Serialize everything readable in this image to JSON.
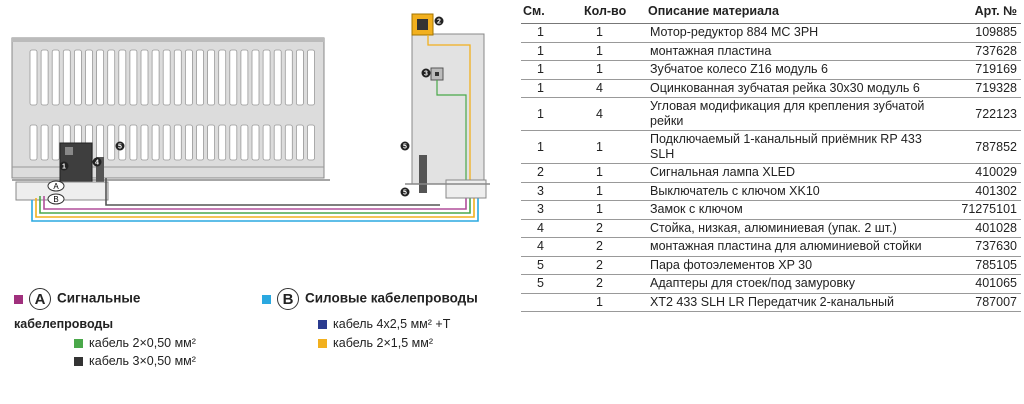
{
  "diagram": {
    "markers": [
      "1",
      "2",
      "3",
      "4",
      "5",
      "5",
      "5"
    ],
    "cable_labels": [
      "A",
      "B"
    ]
  },
  "legend": {
    "signal": {
      "badge": "A",
      "title_line1": "Сигнальные",
      "title_line2": "кабелепроводы",
      "color": "#a0307d",
      "items": [
        {
          "color": "#4aa84a",
          "label": "кабель 2×0,50 мм²"
        },
        {
          "color": "#333333",
          "label": "кабель 3×0,50 мм²"
        }
      ]
    },
    "power": {
      "badge": "B",
      "title": "Силовые кабелепроводы",
      "color": "#2aa8e0",
      "items": [
        {
          "color": "#2a3b8f",
          "label": "кабель 4x2,5 мм² +T"
        },
        {
          "color": "#f2b01e",
          "label": "кабель 2×1,5 мм²"
        }
      ]
    }
  },
  "table": {
    "headers": {
      "pos": "См.",
      "qty": "Кол-во",
      "desc": "Описание материала",
      "art": "Арт. №"
    },
    "rows": [
      {
        "pos": "1",
        "qty": "1",
        "desc": "Мотор-редуктор 884 MC 3PH",
        "art": "109885"
      },
      {
        "pos": "1",
        "qty": "1",
        "desc": "монтажная пластина",
        "art": "737628"
      },
      {
        "pos": "1",
        "qty": "1",
        "desc": "Зубчатое колесо Z16 модуль 6",
        "art": "719169"
      },
      {
        "pos": "1",
        "qty": "4",
        "desc": "Оцинкованная зубчатая рейка 30x30 модуль 6",
        "art": "719328"
      },
      {
        "pos": "1",
        "qty": "4",
        "desc": "Угловая модификация для крепления зубчатой рейки",
        "art": "722123"
      },
      {
        "pos": "1",
        "qty": "1",
        "desc": "Подключаемый 1-канальный приёмник RP 433 SLH",
        "art": "787852"
      },
      {
        "pos": "2",
        "qty": "1",
        "desc": "Сигнальная лампа XLED",
        "art": "410029"
      },
      {
        "pos": "3",
        "qty": "1",
        "desc": "Выключатель с ключом XK10",
        "art": "401302"
      },
      {
        "pos": "3",
        "qty": "1",
        "desc": "Замок с ключом",
        "art": "71275101"
      },
      {
        "pos": "4",
        "qty": "2",
        "desc": "Стойка, низкая, алюминиевая (упак. 2 шт.)",
        "art": "401028"
      },
      {
        "pos": "4",
        "qty": "2",
        "desc": "монтажная пластина для алюминиевой стойки",
        "art": "737630"
      },
      {
        "pos": "5",
        "qty": "2",
        "desc": "Пара фотоэлементов XP 30",
        "art": "785105"
      },
      {
        "pos": "5",
        "qty": "2",
        "desc": "Адаптеры для стоек/под замуровку",
        "art": "401065"
      },
      {
        "pos": "",
        "qty": "1",
        "desc": "XT2 433 SLH LR Передатчик 2-канальный",
        "art": "787007"
      }
    ]
  }
}
